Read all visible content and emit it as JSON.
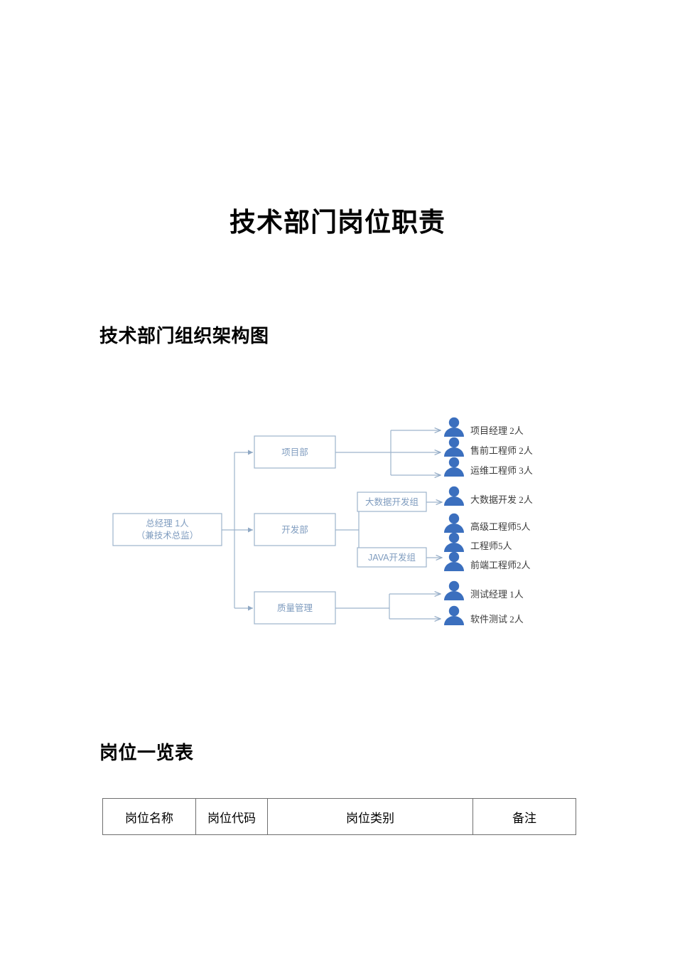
{
  "document": {
    "title": "技术部门岗位职责",
    "headings": {
      "org_chart": "技术部门组织架构图",
      "post_table": "岗位一览表"
    }
  },
  "org_chart": {
    "root": {
      "line1": "总经理 1人",
      "line2": "（兼技术总监）"
    },
    "departments": [
      {
        "label": "项目部"
      },
      {
        "label": "开发部"
      },
      {
        "label": "质量管理"
      }
    ],
    "groups": [
      {
        "label": "大数据开发组"
      },
      {
        "label": "JAVA开发组"
      }
    ],
    "people": [
      {
        "label": "项目经理 2人"
      },
      {
        "label": "售前工程师 2人"
      },
      {
        "label": "运维工程师 3人"
      },
      {
        "label": "大数据开发 2人"
      },
      {
        "label": "高级工程师5人"
      },
      {
        "label": "工程师5人"
      },
      {
        "label": "前端工程师2人"
      },
      {
        "label": "测试经理 1人"
      },
      {
        "label": "软件测试 2人"
      }
    ],
    "colors": {
      "box_border": "#9db3cc",
      "box_text": "#7f9cbf",
      "connector": "#9db3cc",
      "person_icon": "#3b6fbe",
      "person_text": "#3b3b3b"
    }
  },
  "post_table": {
    "headers": [
      "岗位名称",
      "岗位代码",
      "岗位类别",
      "备注"
    ]
  }
}
